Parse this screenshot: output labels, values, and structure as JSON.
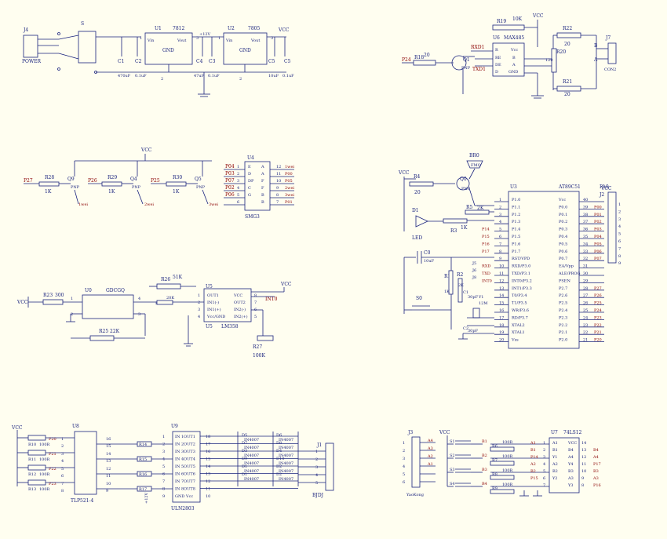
{
  "colors": {
    "background": "#FFFEF0",
    "wire": "#1a237e",
    "net_label": "#8b0000"
  },
  "power": {
    "j4": "J4",
    "power_label": "POWER",
    "s": "S",
    "u1": "U1",
    "u1_part": "7812",
    "u1_vin": "Vin",
    "u1_vout": "Vout",
    "u1_gnd": "GND",
    "u2": "U2",
    "u2_part": "7805",
    "u2_vin": "Vin",
    "u2_vout": "Vout",
    "u2_gnd": "GND",
    "v12": "+12V",
    "vcc": "VCC",
    "c1": "C1",
    "c1_val": "470uF",
    "c2": "C2",
    "c2_val": "0.1uF",
    "c3": "C4",
    "c3_val": "47uF",
    "c4": "C3",
    "c4_val": "0.1uF",
    "c5": "C5",
    "c5_val": "10uF",
    "c6": "C5",
    "c6_val": "0.1uF",
    "pins": [
      "1",
      "3",
      "2",
      "1",
      "3",
      "2"
    ]
  },
  "rs485": {
    "u6": "U6",
    "u6_part": "MAX485",
    "pins_left": [
      "R",
      "RE",
      "DE",
      "D"
    ],
    "pins_right": [
      "Vcc",
      "B",
      "A",
      "GND"
    ],
    "rxd1": "RXD1",
    "txd1": "TXD1",
    "r19": "R19",
    "r19_val": "10K",
    "vcc": "VCC",
    "q1": "Q1",
    "q1_type": "PNP",
    "p24": "P24",
    "r18": "R18",
    "r18_val": "20",
    "r22": "R22",
    "r22_val": "20",
    "r20": "R20",
    "r20_val": "120",
    "r21": "R21",
    "r21_val": "20",
    "j7": "J7",
    "j7_part": "CON2",
    "b": "B",
    "a": "A"
  },
  "display": {
    "vcc": "VCC",
    "u4": "U4",
    "u4_part": "SMG3",
    "p27": "P27",
    "r28": "R28",
    "r28_val": "1K",
    "q9": "Q9",
    "p26": "P26",
    "r29": "R29",
    "r29_val": "1K",
    "q4": "Q4",
    "p25": "P25",
    "r30": "R30",
    "r30_val": "1K",
    "q5": "Q5",
    "pnp": "PNP",
    "w1": "1wei",
    "w2": "2wei",
    "w3": "3wei",
    "left_nets": [
      "P04",
      "P03",
      "P07",
      "P02",
      "P06",
      ""
    ],
    "left_pins": [
      "1",
      "2",
      "3",
      "4",
      "5",
      "6"
    ],
    "seg_left": [
      "E",
      "D",
      "DP",
      "C",
      "G",
      ""
    ],
    "seg_right": [
      "A",
      "A",
      "F",
      "F",
      "B",
      "B"
    ],
    "right_pins": [
      "12",
      "11",
      "10",
      "9",
      "8",
      "7"
    ],
    "right_nets": [
      "1wei",
      "P00",
      "P05",
      "2wei",
      "3wei",
      "P01"
    ]
  },
  "optocoupler": {
    "vcc": "VCC",
    "r23": "R23",
    "r23_val": "300",
    "u0": "U0",
    "u0_part": "GDCGQ",
    "r26": "R26",
    "r26_val": "51K",
    "r24": "R24",
    "r24_val": "20K",
    "r25": "R25",
    "r25_val": "22K",
    "u5": "U5",
    "u5_part": "LM358",
    "u5_left": [
      "OUT1",
      "IN1(-)",
      "IN1(+)",
      "Vcc/GND"
    ],
    "u5_right": [
      "VCC",
      "OUT2",
      "IN2(-)",
      "IN2(+)"
    ],
    "int0": "INT0",
    "r27": "R27",
    "r27_val": "100K",
    "vcc2": "VCC"
  },
  "mcu": {
    "u3": "U3",
    "u3_part": "AT89C51",
    "vcc": "VCC",
    "br0": "BR0",
    "br0_val": "FMQ",
    "r4": "R4",
    "r4_val": "20",
    "q0": "Q0",
    "q0_type": "PNP",
    "r5": "R5",
    "r5_val": "2K",
    "d1": "D1",
    "d1_part": "LED",
    "r3": "R3",
    "r3_val": "1K",
    "c0": "C0",
    "c0_val": "10uF",
    "r1": "R1",
    "r1_val": "1K",
    "r2": "R2",
    "r2_val": "2K",
    "s0": "S0",
    "c1": "C1",
    "c1_val": "30pF",
    "c2": "C2",
    "c2_val": "30pF",
    "y1": "Y1",
    "y1_val": "12M",
    "j5": "J5",
    "j6": "J6",
    "j8": "J8",
    "left_pins": [
      "1",
      "2",
      "3",
      "4",
      "5",
      "6",
      "7",
      "8",
      "9",
      "10",
      "11",
      "12",
      "13",
      "14",
      "15",
      "16",
      "17",
      "18",
      "19",
      "20"
    ],
    "left_names": [
      "P1.0",
      "P1.1",
      "P1.2",
      "P1.3",
      "P1.4",
      "P1.5",
      "P1.6",
      "P1.7",
      "RST/VPD",
      "RXD/P3.0",
      "TXD/P3.1",
      "INT0/P3.2",
      "INT1/P3.3",
      "T0/P3.4",
      "T1/P3.5",
      "WR/P3.6",
      "RD/P3.7",
      "XTAL2",
      "XTAL1",
      "Vss"
    ],
    "left_nets": [
      "",
      "",
      "",
      "",
      "P14",
      "P15",
      "P16",
      "P17",
      "",
      "RXD",
      "TXD",
      "INT0",
      "",
      "",
      "",
      "",
      "",
      "",
      "",
      ""
    ],
    "right_pins": [
      "40",
      "39",
      "38",
      "37",
      "36",
      "35",
      "34",
      "33",
      "32",
      "31",
      "30",
      "29",
      "28",
      "27",
      "26",
      "25",
      "24",
      "23",
      "22",
      "21"
    ],
    "right_names": [
      "Vcc",
      "P0.0",
      "P0.1",
      "P0.2",
      "P0.3",
      "P0.4",
      "P0.5",
      "P0.6",
      "P0.7",
      "EA/Vpp",
      "ALE/PROG",
      "PSEN",
      "P2.7",
      "P2.6",
      "P2.5",
      "P2.4",
      "P2.3",
      "P2.2",
      "P2.1",
      "P2.0"
    ],
    "right_nets": [
      "",
      "P00",
      "P01",
      "P02",
      "P03",
      "P04",
      "P05",
      "P06",
      "P07",
      "",
      "",
      "",
      "P27",
      "P26",
      "P25",
      "P24",
      "P23",
      "P22",
      "P21",
      "P20"
    ],
    "pa0": "PA0",
    "j2": "J2",
    "pa_pins": [
      "1",
      "2",
      "3",
      "4",
      "5",
      "6",
      "7",
      "8",
      "9"
    ]
  },
  "relays": {
    "vcc": "VCC",
    "u8": "U8",
    "u8_part": "TLP521-4",
    "u9": "U9",
    "u9_part": "ULN2803",
    "resistors": [
      "R10",
      "R11",
      "R12",
      "R13"
    ],
    "res_val": "100R",
    "nets": [
      "P20",
      "P21",
      "P22",
      "P23"
    ],
    "u8_left_pins": [
      "1",
      "2",
      "3",
      "4",
      "5",
      "6",
      "7",
      "8"
    ],
    "u8_right_pins": [
      "16",
      "15",
      "14",
      "13",
      "12",
      "11",
      "10",
      "9"
    ],
    "res_out": [
      "R14",
      "R15",
      "R16",
      "R17"
    ],
    "u9_left_pins": [
      "1",
      "2",
      "3",
      "4",
      "5",
      "6",
      "7",
      "8",
      "9"
    ],
    "u9_names": [
      "IN 1OUT1",
      "IN 2OUT2",
      "IN 3OUT3",
      "IN 4OUT4",
      "IN 5OUT5",
      "IN 6OUT6",
      "IN 7OUT7",
      "IN 8OUT8",
      "GND   Vcc"
    ],
    "u9_right_pins": [
      "18",
      "17",
      "16",
      "15",
      "14",
      "13",
      "12",
      "11",
      "10"
    ],
    "v12": "+12V",
    "diodes_a": [
      "D5",
      "D7",
      "D3",
      "D9",
      "D1",
      "D1"
    ],
    "diode_part": "IN4007",
    "diodes_b": [
      "D6",
      "D8",
      "D4",
      "D10",
      "D2",
      "D2"
    ],
    "j1": "J1",
    "j1_part": "BJDJ",
    "j1_pins": [
      "1",
      "2",
      "3",
      "4",
      "5"
    ]
  },
  "keypad": {
    "j3": "J3",
    "j3_part": "YaoKong",
    "j3_pins": [
      "1",
      "2",
      "3",
      "4",
      "5",
      "6"
    ],
    "a_nets": [
      "A4",
      "A3",
      "A2",
      "A1"
    ],
    "vcc": "VCC",
    "switches": [
      "S1",
      "S2",
      "S3",
      "S4"
    ],
    "b_nets": [
      "B1",
      "B2",
      "B3",
      "B4"
    ],
    "resistors": [
      "R6",
      "R7",
      "R8",
      "R9"
    ],
    "res_val": "100R",
    "u7": "U7",
    "u7_part": "74LS12",
    "u7_left": [
      "A1",
      "B1",
      "Y1",
      "A2",
      "B2",
      "Y2"
    ],
    "u7_left_nets": [
      "A1",
      "B1",
      "P14",
      "A2",
      "B2",
      "P15"
    ],
    "u7_left_pins": [
      "1",
      "2",
      "3",
      "4",
      "5",
      "6",
      "7"
    ],
    "u7_right": [
      "VCC",
      "B4",
      "A4",
      "Y4",
      "B3",
      "A3",
      "Y3"
    ],
    "u7_right_pins": [
      "14",
      "13",
      "12",
      "11",
      "10",
      "9",
      "8"
    ],
    "u7_right_nets": [
      "",
      "B4",
      "A4",
      "P17",
      "B3",
      "A3",
      "P16"
    ]
  }
}
